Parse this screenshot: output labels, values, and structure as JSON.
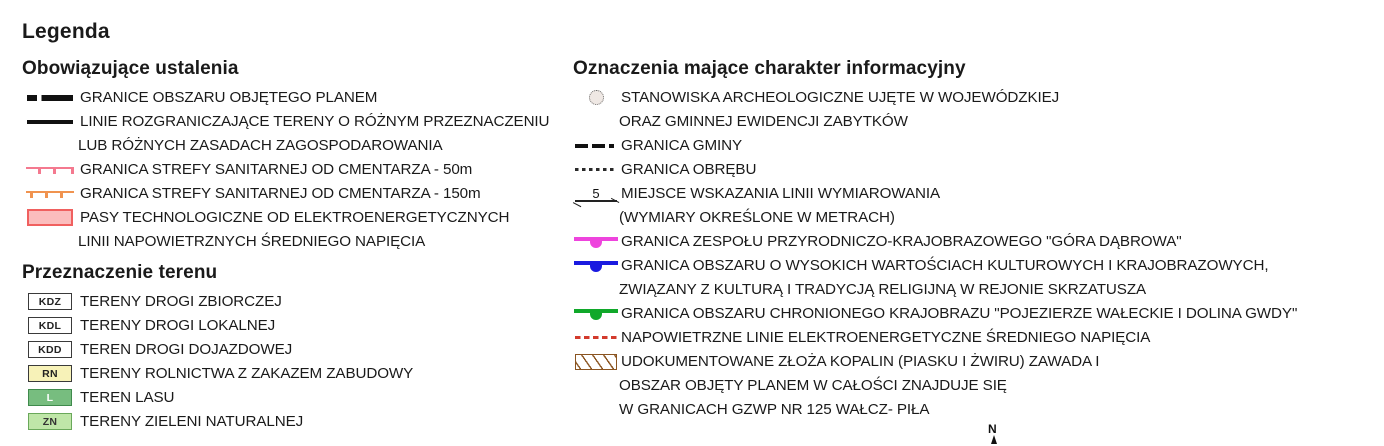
{
  "legend": {
    "title": "Legenda",
    "north_arrow_label": "N"
  },
  "left_column": {
    "section1_title": "Obowiązujące ustalenia",
    "section1_items": [
      {
        "symbol": "thick-dashed-black-line",
        "lines": [
          "GRANICE OBSZARU OBJĘTEGO PLANEM"
        ]
      },
      {
        "symbol": "solid-black-line",
        "lines": [
          "LINIE ROZGRANICZAJĄCE TERENY O RÓŻNYM PRZEZNACZENIU",
          "LUB RÓŻNYCH ZASADACH ZAGOSPODAROWANIA"
        ]
      },
      {
        "symbol": "pink-sanitary-line",
        "lines": [
          "GRANICA STREFY SANITARNEJ OD CMENTARZA - 50m"
        ]
      },
      {
        "symbol": "orange-sanitary-line",
        "lines": [
          "GRANICA STREFY SANITARNEJ OD CMENTARZA - 150m"
        ]
      },
      {
        "symbol": "pink-filled-rectangle",
        "lines": [
          "PASY TECHNOLOGICZNE OD ELEKTROENERGETYCZNYCH",
          "LINII NAPOWIETRZNYCH ŚREDNIEGO NAPIĘCIA"
        ]
      }
    ],
    "section2_title": "Przeznaczenie terenu",
    "section2_items": [
      {
        "code": "KDZ",
        "style": "kd",
        "label": "TERENY DROGI ZBIORCZEJ"
      },
      {
        "code": "KDL",
        "style": "kd",
        "label": "TERENY DROGI LOKALNEJ"
      },
      {
        "code": "KDD",
        "style": "kd",
        "label": "TEREN DROGI DOJAZDOWEJ"
      },
      {
        "code": "RN",
        "style": "rn",
        "label": "TERENY ROLNICTWA Z ZAKAZEM ZABUDOWY"
      },
      {
        "code": "L",
        "style": "l",
        "label": "TEREN LASU"
      },
      {
        "code": "ZN",
        "style": "zn",
        "label": "TERENY ZIELENI NATURALNEJ"
      }
    ]
  },
  "right_column": {
    "section_title": "Oznaczenia mające charakter informacyjny",
    "items": [
      {
        "symbol": "dotted-circle-archeology",
        "lines": [
          "STANOWISKA ARCHEOLOGICZNE UJĘTE W WOJEWÓDZKIEJ",
          "ORAZ GMINNEJ EWIDENCJI ZABYTKÓW"
        ]
      },
      {
        "symbol": "dash-dot-black-line",
        "lines": [
          "GRANICA GMINY"
        ]
      },
      {
        "symbol": "fine-dotted-black-line",
        "lines": [
          "GRANICA OBRĘBU"
        ]
      },
      {
        "symbol": "dimension-line",
        "symbol_value": "5",
        "lines": [
          "MIEJSCE WSKAZANIA LINII WYMIAROWANIA",
          "(WYMIARY OKREŚLONE W METRACH)"
        ]
      },
      {
        "symbol": "magenta-boundary-line",
        "color": "#ee44dd",
        "lines": [
          "GRANICA ZESPOŁU PRZYRODNICZO-KRAJOBRAZOWEGO \"GÓRA DĄBROWA\""
        ]
      },
      {
        "symbol": "blue-boundary-line",
        "color": "#1a1ae0",
        "lines": [
          "GRANICA OBSZARU O WYSOKICH WARTOŚCIACH KULTUROWYCH I KRAJOBRAZOWYCH,",
          "ZWIĄZANY Z KULTURĄ I TRADYCJĄ RELIGIJNĄ W REJONIE SKRZATUSZA"
        ]
      },
      {
        "symbol": "green-boundary-line",
        "color": "#10a82a",
        "lines": [
          "GRANICA OBSZARU CHRONIONEGO KRAJOBRAZU \"POJEZIERZE WAŁECKIE I DOLINA GWDY\""
        ]
      },
      {
        "symbol": "red-dashed-line",
        "color": "#d33a2c",
        "lines": [
          "NAPOWIETRZNE LINIE ELEKTROENERGETYCZNE ŚREDNIEGO NAPIĘCIA"
        ]
      },
      {
        "symbol": "brown-hatched-rectangle",
        "color": "#8a5420",
        "lines": [
          "UDOKUMENTOWANE ZŁOŻA KOPALIN (PIASKU I ŻWIRU) ZAWADA I",
          "OBSZAR OBJĘTY PLANEM W CAŁOŚCI ZNAJDUJE SIĘ",
          "W GRANICACH GZWP NR 125 WAŁCZ- PIŁA"
        ]
      }
    ]
  }
}
